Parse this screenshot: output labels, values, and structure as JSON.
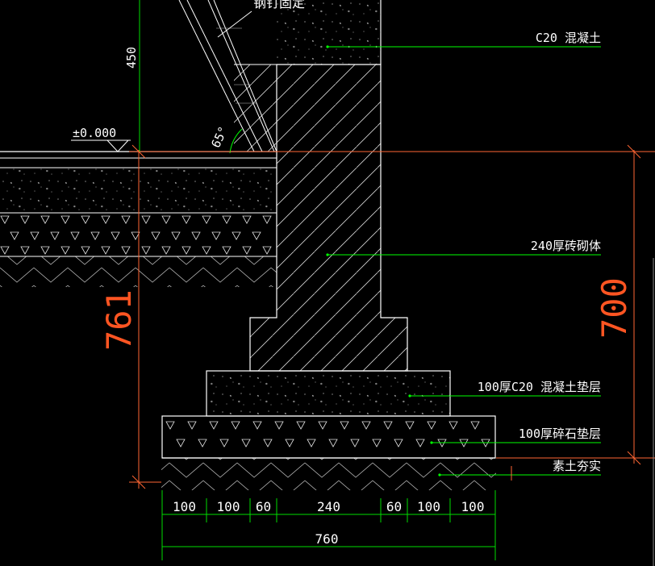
{
  "top_text": "钢钉固定",
  "elevation": "±0.000",
  "angle": "65°",
  "dim_450": "450",
  "dim_761": "761",
  "dim_700": "700",
  "labels": {
    "c20": "C20 混凝土",
    "wall": "240厚砖砌体",
    "pad": "100厚C20 混凝土垫层",
    "gravel": "100厚碎石垫层",
    "soil": "素土夯实"
  },
  "bottom_dims": [
    "100",
    "100",
    "60",
    "240",
    "60",
    "100",
    "100"
  ],
  "total_width": "760",
  "colors": {
    "background": "#000000",
    "structure": "#ffffff",
    "hatch": "#e8e8e8",
    "leader": "#00ff00",
    "dim_line": "#00dd00",
    "dim_text": "#ffffff",
    "big_dim_text": "#ff5522",
    "ref_line": "#ff6633"
  }
}
